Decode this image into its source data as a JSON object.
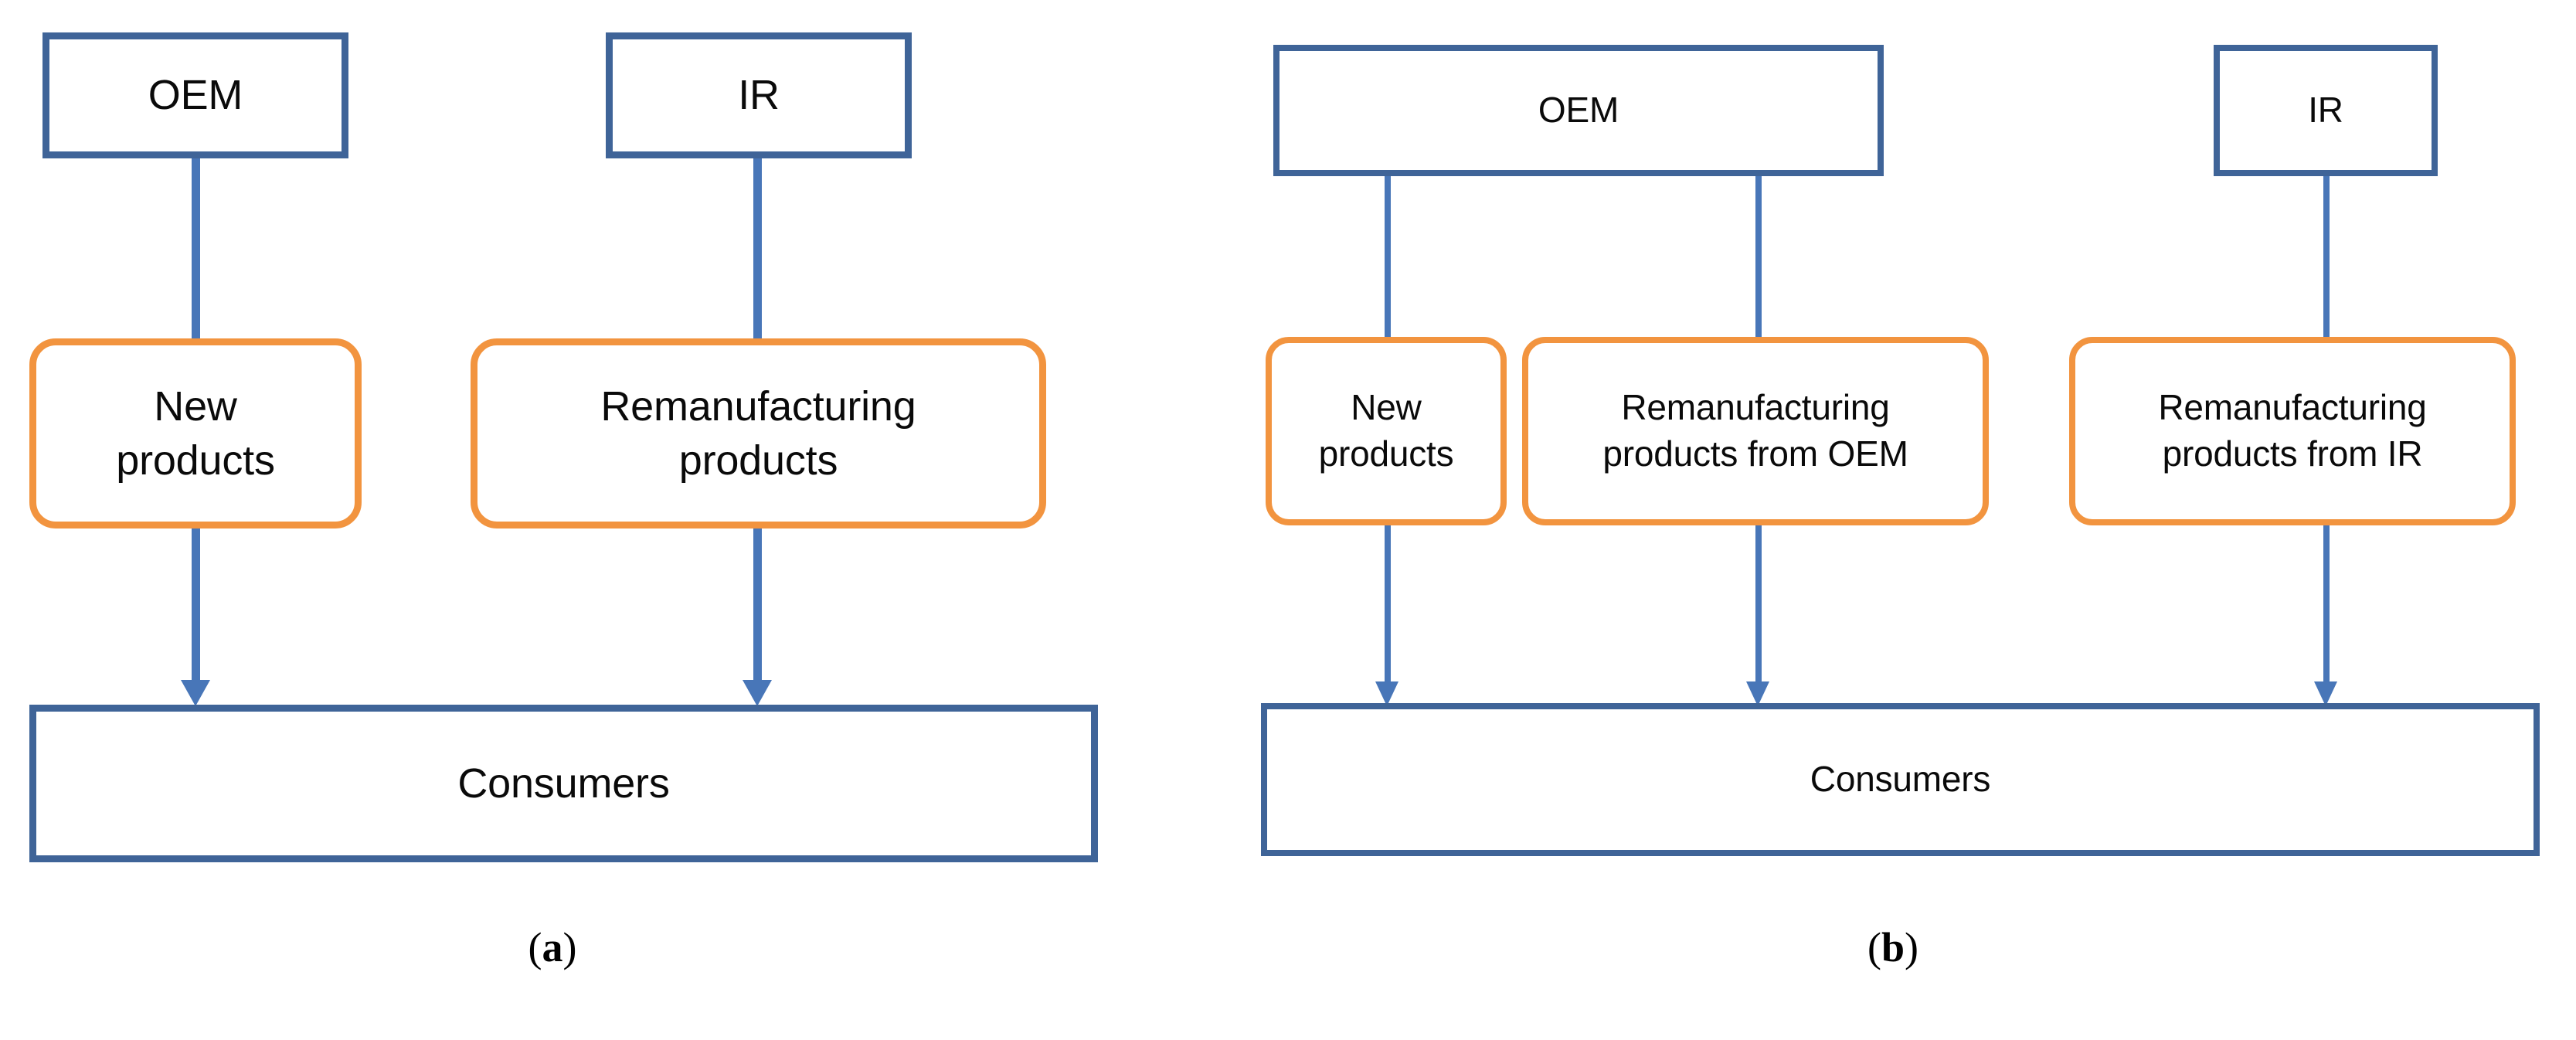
{
  "figure": {
    "background_color": "#ffffff",
    "blue_border_color": "#3F6498",
    "orange_border_color": "#F2943F",
    "connector_color": "#4876B8",
    "text_color": "#0a0a0a"
  },
  "panel_a": {
    "caption_open": "(",
    "caption_letter": "a",
    "caption_close": ")",
    "nodes": {
      "oem": "OEM",
      "ir": "IR",
      "new_products": "New\nproducts",
      "remanufacturing_products": "Remanufacturing\nproducts",
      "consumers": "Consumers"
    }
  },
  "panel_b": {
    "caption_open": "(",
    "caption_letter": "b",
    "caption_close": ")",
    "nodes": {
      "oem": "OEM",
      "ir": "IR",
      "new_products": "New\nproducts",
      "reman_from_oem": "Remanufacturing\nproducts from OEM",
      "reman_from_ir": "Remanufacturing\nproducts from IR",
      "consumers": "Consumers"
    }
  },
  "chart_data": {
    "type": "diagram",
    "title": "",
    "panels": [
      {
        "id": "a",
        "label": "(a)",
        "nodes": [
          {
            "id": "oem",
            "label": "OEM",
            "shape": "rect",
            "color": "#3F6498"
          },
          {
            "id": "ir",
            "label": "IR",
            "shape": "rect",
            "color": "#3F6498"
          },
          {
            "id": "new",
            "label": "New products",
            "shape": "rounded-rect",
            "color": "#F2943F"
          },
          {
            "id": "reman",
            "label": "Remanufacturing products",
            "shape": "rounded-rect",
            "color": "#F2943F"
          },
          {
            "id": "cons",
            "label": "Consumers",
            "shape": "rect",
            "color": "#3F6498"
          }
        ],
        "edges": [
          {
            "from": "oem",
            "to": "new",
            "arrow": false
          },
          {
            "from": "ir",
            "to": "reman",
            "arrow": false
          },
          {
            "from": "new",
            "to": "cons",
            "arrow": true
          },
          {
            "from": "reman",
            "to": "cons",
            "arrow": true
          }
        ]
      },
      {
        "id": "b",
        "label": "(b)",
        "nodes": [
          {
            "id": "oem",
            "label": "OEM",
            "shape": "rect",
            "color": "#3F6498"
          },
          {
            "id": "ir",
            "label": "IR",
            "shape": "rect",
            "color": "#3F6498"
          },
          {
            "id": "new",
            "label": "New products",
            "shape": "rounded-rect",
            "color": "#F2943F"
          },
          {
            "id": "reman_oem",
            "label": "Remanufacturing products from OEM",
            "shape": "rounded-rect",
            "color": "#F2943F"
          },
          {
            "id": "reman_ir",
            "label": "Remanufacturing products from IR",
            "shape": "rounded-rect",
            "color": "#F2943F"
          },
          {
            "id": "cons",
            "label": "Consumers",
            "shape": "rect",
            "color": "#3F6498"
          }
        ],
        "edges": [
          {
            "from": "oem",
            "to": "new",
            "arrow": false
          },
          {
            "from": "oem",
            "to": "reman_oem",
            "arrow": false
          },
          {
            "from": "ir",
            "to": "reman_ir",
            "arrow": false
          },
          {
            "from": "new",
            "to": "cons",
            "arrow": true
          },
          {
            "from": "reman_oem",
            "to": "cons",
            "arrow": true
          },
          {
            "from": "reman_ir",
            "to": "cons",
            "arrow": true
          }
        ]
      }
    ]
  }
}
